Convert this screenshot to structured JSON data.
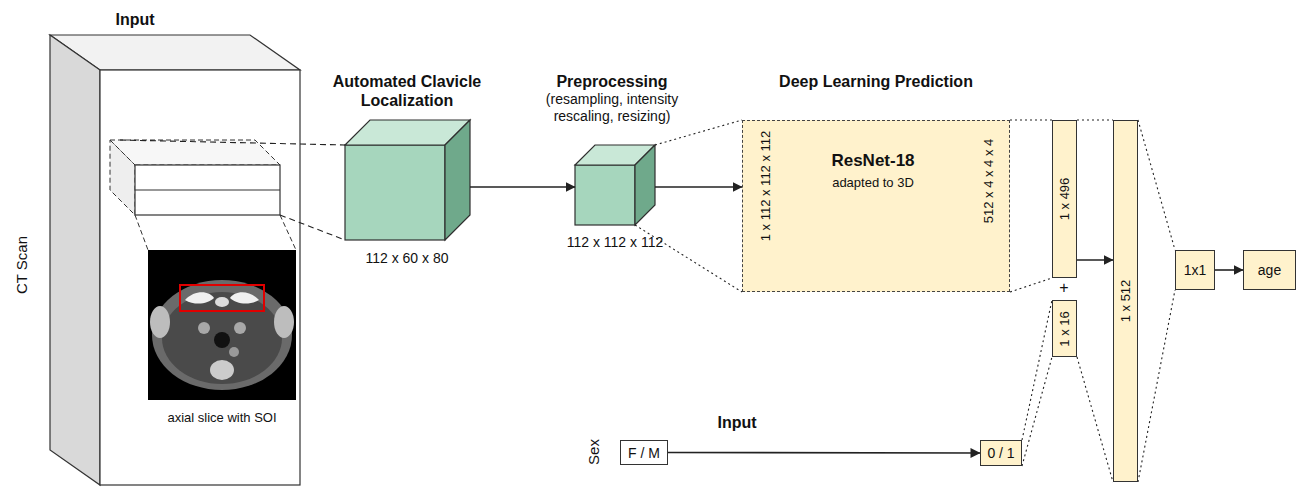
{
  "diagram": {
    "nodes": [
      {
        "text": [
          "Input",
          "CT Scan",
          "axial slice with SOI"
        ]
      },
      {
        "text": [
          "Automated Clavicle Localization",
          "112 x 60 x 80"
        ]
      },
      {
        "text": [
          "Preprocessing",
          "(resampling, intensity rescaling, resizing)",
          "112 x 112 x 112"
        ]
      },
      {
        "text": [
          "1 x 112 x 112 x 112",
          "ResNet-18",
          "adapted to 3D",
          "512 x 4 x 4 x 4"
        ]
      },
      {
        "text": [
          "1 x 496"
        ]
      },
      {
        "text": [
          "1 x 16"
        ]
      },
      {
        "text": [
          "1 x 512"
        ]
      },
      {
        "text": [
          "1x1"
        ]
      },
      {
        "text": [
          "age"
        ]
      },
      {
        "text": [
          "F / M"
        ]
      },
      {
        "text": [
          "0 / 1"
        ]
      }
    ],
    "edges": [
      {
        "from": 0,
        "to": 1,
        "arrow": "none"
      },
      {
        "from": 1,
        "to": 2,
        "arrow": "to"
      },
      {
        "from": 2,
        "to": 3,
        "arrow": "to"
      },
      {
        "from": 3,
        "to": 4,
        "arrow": "none"
      },
      {
        "from": 4,
        "to": 6,
        "arrow": "to"
      },
      {
        "from": 5,
        "to": 6,
        "arrow": "none"
      },
      {
        "from": 6,
        "to": 7,
        "arrow": "none"
      },
      {
        "from": 7,
        "to": 8,
        "arrow": "to"
      },
      {
        "from": 9,
        "to": 10,
        "arrow": "to"
      },
      {
        "from": 10,
        "to": 5,
        "arrow": "none"
      }
    ],
    "labels": [
      "Deep Learning Prediction",
      "+",
      "Input",
      "Sex"
    ]
  }
}
